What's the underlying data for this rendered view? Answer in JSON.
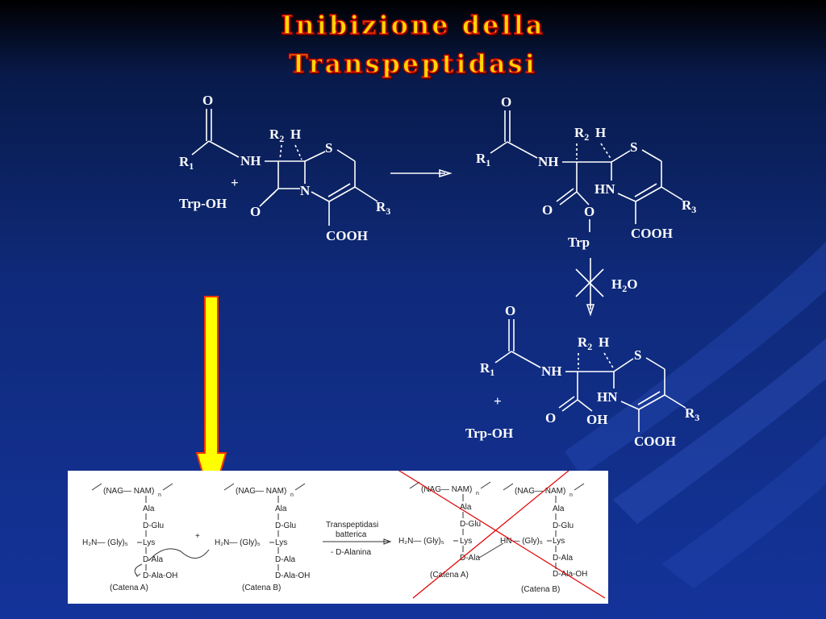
{
  "slide": {
    "title_line1": "Inibizione della",
    "title_line2": "Transpeptidasi"
  },
  "reaction": {
    "reactant_labels": {
      "carbonyl_o": "O",
      "r1": "R",
      "r1_sub": "1",
      "nh": "NH",
      "r2": "R",
      "r2_sub": "2",
      "h": "H",
      "s": "S",
      "n": "N",
      "lactam_o": "O",
      "r3": "R",
      "r3_sub": "3",
      "cooh": "COOH",
      "plus": "+",
      "trp_oh": "Trp-OH"
    },
    "intermediate_labels": {
      "carbonyl_o": "O",
      "r1": "R",
      "r1_sub": "1",
      "nh": "NH",
      "r2": "R",
      "r2_sub": "2",
      "h": "H",
      "s": "S",
      "hn": "HN",
      "ester_o1": "O",
      "ester_o2": "O",
      "trp": "Trp",
      "r3": "R",
      "r3_sub": "3",
      "cooh": "COOH"
    },
    "hydrolysis": {
      "water": "H",
      "water_sub": "2",
      "water_o": "O"
    },
    "product_labels": {
      "carbonyl_o": "O",
      "r1": "R",
      "r1_sub": "1",
      "nh": "NH",
      "r2": "R",
      "r2_sub": "2",
      "h": "H",
      "s": "S",
      "hn": "HN",
      "acid_o": "O",
      "acid_oh": "OH",
      "r3": "R",
      "r3_sub": "3",
      "cooh": "COOH",
      "plus": "+",
      "trp_oh": "Trp-OH"
    }
  },
  "peptidoglycan": {
    "chain_a": {
      "glycan": "(NAG— NAM)",
      "n": "n",
      "residues": [
        "Ala",
        "D-Glu",
        "Lys",
        "D-Ala",
        "D-Ala-OH"
      ],
      "label": "(Catena A)",
      "amine": "H₂N— (Gly)₅"
    },
    "chain_b": {
      "glycan": "(NAG— NAM)",
      "n": "n",
      "residues": [
        "Ala",
        "D-Glu",
        "Lys",
        "D-Ala",
        "D-Ala-OH"
      ],
      "label": "(Catena B)",
      "amine": "H₂N— (Gly)₅"
    },
    "plus": "+",
    "enzyme_line1": "Transpeptidasi",
    "enzyme_line2": "batterica",
    "byproduct": "- D-Alanina",
    "product_a": {
      "glycan": "(NAG— NAM)",
      "n": "n",
      "residues": [
        "Ala",
        "D-Glu",
        "Lys",
        "D-Ala"
      ],
      "label": "(Catena A)",
      "amine": "H₂N— (Gly)₅"
    },
    "product_b": {
      "glycan": "(NAG— NAM)",
      "n": "n",
      "residues": [
        "Ala",
        "D-Glu",
        "Lys",
        "D-Ala",
        "D-Ala-OH"
      ],
      "label": "(Catena B)",
      "link": "HN— (Gly)₅"
    }
  },
  "colors": {
    "title_fill": "#ffd700",
    "title_outline": "#c00000",
    "arrow_fill": "#ffff00",
    "arrow_outline": "#ff3300",
    "cross_out": "#e00000"
  }
}
